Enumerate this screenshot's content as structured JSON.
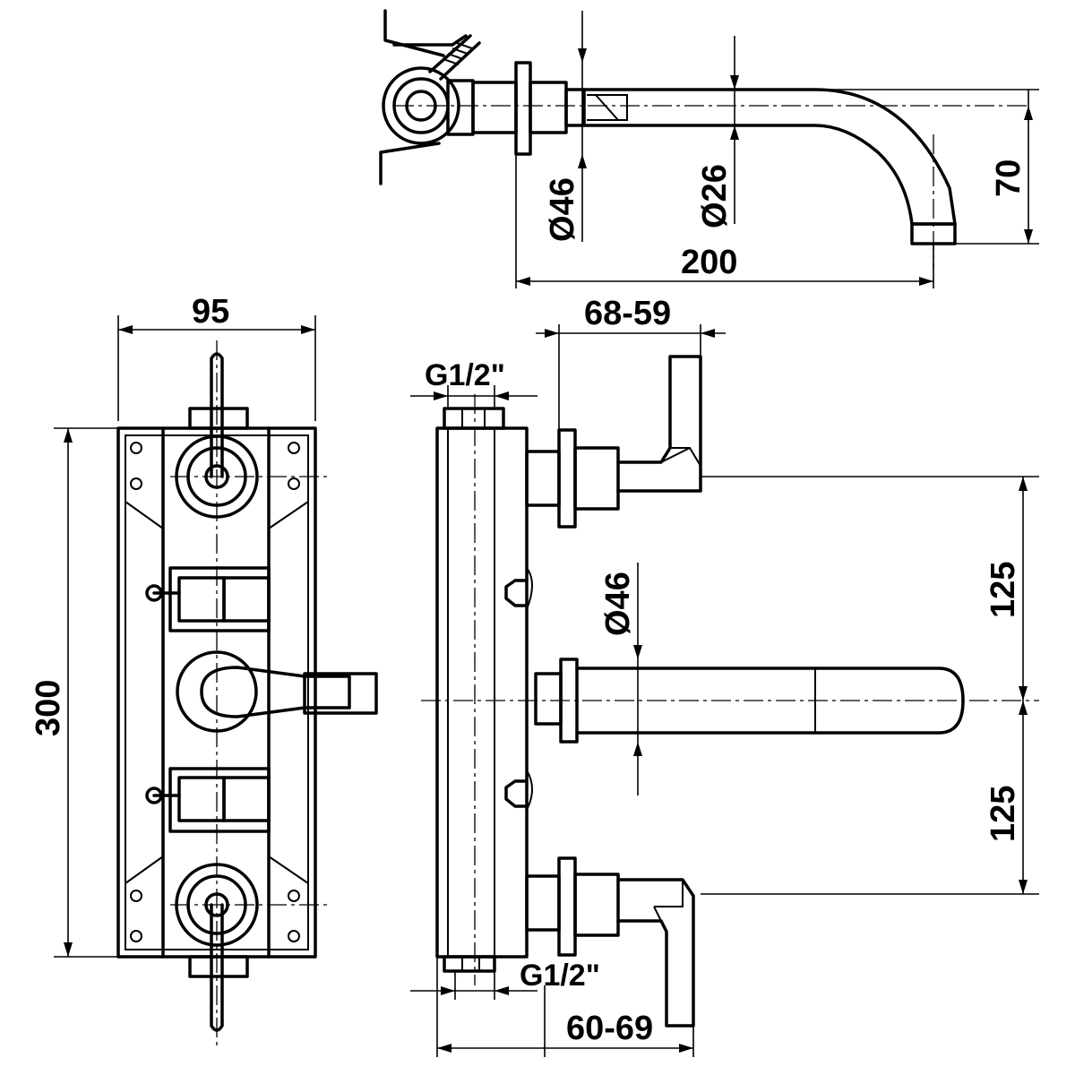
{
  "dimensions": {
    "top_dia_valve": "Ø46",
    "top_dia_spout": "Ø26",
    "spout_drop": "70",
    "spout_length": "200",
    "front_width": "95",
    "front_height": "300",
    "side_depth_top": "68-59",
    "side_thread_top": "G1/2\"",
    "side_dia_center": "Ø46",
    "side_upper_spacing": "125",
    "side_lower_spacing": "125",
    "side_thread_bottom": "G1/2\"",
    "side_depth_bottom": "60-69"
  }
}
